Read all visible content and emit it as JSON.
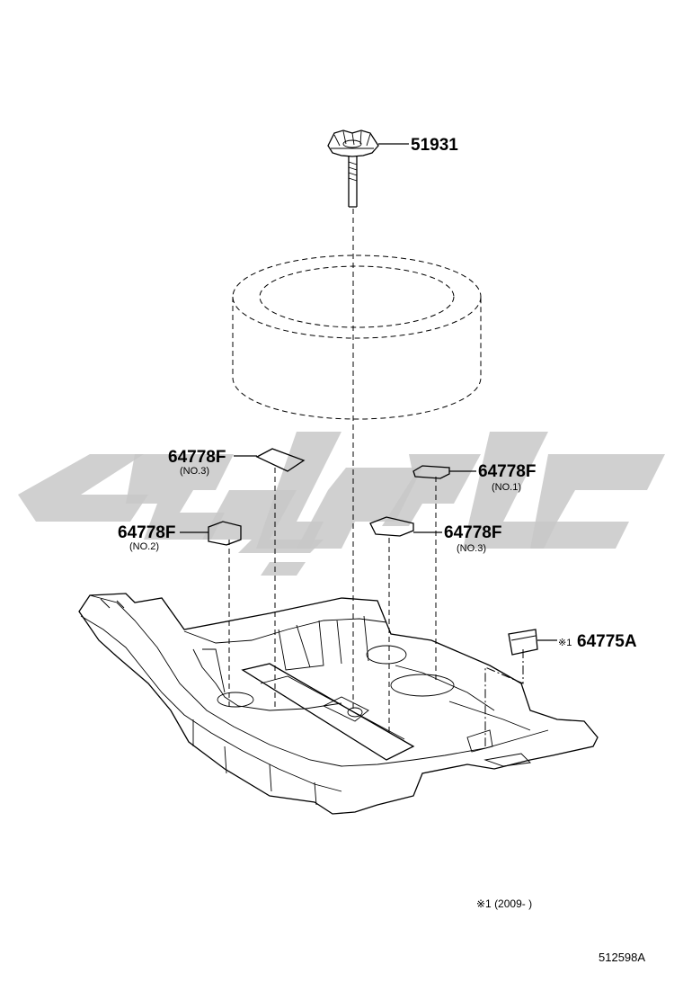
{
  "callouts": {
    "c51931": {
      "number": "51931",
      "sub": ""
    },
    "c64778f_no3_left": {
      "number": "64778F",
      "sub": "(NO.3)"
    },
    "c64778f_no1": {
      "number": "64778F",
      "sub": "(NO.1)"
    },
    "c64778f_no2": {
      "number": "64778F",
      "sub": "(NO.2)"
    },
    "c64778f_no3_right": {
      "number": "64778F",
      "sub": "(NO.3)"
    },
    "c64775a": {
      "prefix": "※1",
      "number": "64775A"
    }
  },
  "footnote": "※1 (2009-      )",
  "figure_ref": "512598A",
  "colors": {
    "line": "#000000",
    "watermark": "#c8c8c8",
    "background": "#ffffff"
  },
  "icons": [
    "spare-tire-clamp-icon",
    "spare-tire-icon",
    "floor-pan-icon",
    "mat-piece-icon"
  ]
}
